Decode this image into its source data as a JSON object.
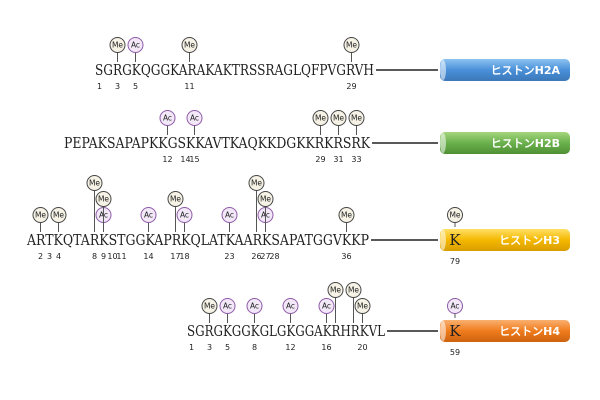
{
  "histones": [
    {
      "name": "ヒストンH2A",
      "sequence": "SGRGKQGGKARAKAKTRSSRAGLQFPVGRVH",
      "color": "#4a90d9",
      "sites": [
        {
          "pos": 1,
          "label": "1"
        },
        {
          "pos": 3,
          "label": "3"
        },
        {
          "pos": 5,
          "label": "5"
        },
        {
          "pos": 11,
          "label": "11"
        },
        {
          "pos": 29,
          "label": "29"
        }
      ],
      "marks": [
        {
          "pos": 3,
          "type": "Me",
          "stack": 0
        },
        {
          "pos": 5,
          "type": "Ac",
          "stack": 0
        },
        {
          "pos": 11,
          "type": "Me",
          "stack": 0
        },
        {
          "pos": 29,
          "type": "Me",
          "stack": 0
        }
      ]
    },
    {
      "name": "ヒストンH2B",
      "sequence": "PEPAKSAPAPKKGSKKAVTKAQKKDGKKRKRSRK",
      "color": "#6ab04c",
      "sites": [
        {
          "pos": 12,
          "label": "12"
        },
        {
          "pos": 14,
          "label": "14"
        },
        {
          "pos": 15,
          "label": "15"
        },
        {
          "pos": 29,
          "label": "29"
        },
        {
          "pos": 31,
          "label": "31"
        },
        {
          "pos": 33,
          "label": "33"
        }
      ],
      "marks": [
        {
          "pos": 12,
          "type": "Ac",
          "stack": 0
        },
        {
          "pos": 15,
          "type": "Ac",
          "stack": 0
        },
        {
          "pos": 29,
          "type": "Me",
          "stack": 0
        },
        {
          "pos": 31,
          "type": "Me",
          "stack": 0
        },
        {
          "pos": 33,
          "type": "Me",
          "stack": 0
        }
      ]
    },
    {
      "name": "ヒストンH3",
      "sequence": "ARTKQTARKSTGGKAPRKQLATKAARKSAPATGGVKKP",
      "tail_residue": "K",
      "tail_number": "79",
      "color": "#f5b800",
      "sites": [
        {
          "pos": 2,
          "label": "2"
        },
        {
          "pos": 3,
          "label": "3"
        },
        {
          "pos": 4,
          "label": "4"
        },
        {
          "pos": 8,
          "label": "8"
        },
        {
          "pos": 9,
          "label": "9"
        },
        {
          "pos": 10,
          "label": "10"
        },
        {
          "pos": 11,
          "label": "11"
        },
        {
          "pos": 14,
          "label": "14"
        },
        {
          "pos": 17,
          "label": "17"
        },
        {
          "pos": 18,
          "label": "18"
        },
        {
          "pos": 23,
          "label": "23"
        },
        {
          "pos": 26,
          "label": "26"
        },
        {
          "pos": 27,
          "label": "27"
        },
        {
          "pos": 28,
          "label": "28"
        },
        {
          "pos": 36,
          "label": "36"
        }
      ],
      "marks": [
        {
          "pos": 2,
          "type": "Me",
          "stack": 0
        },
        {
          "pos": 4,
          "type": "Me",
          "stack": 0
        },
        {
          "pos": 9,
          "type": "Ac",
          "stack": 0
        },
        {
          "pos": 9,
          "type": "Me",
          "stack": 1
        },
        {
          "pos": 8,
          "type": "Me",
          "stack": 2
        },
        {
          "pos": 14,
          "type": "Ac",
          "stack": 0
        },
        {
          "pos": 18,
          "type": "Ac",
          "stack": 0
        },
        {
          "pos": 17,
          "type": "Me",
          "stack": 1
        },
        {
          "pos": 23,
          "type": "Ac",
          "stack": 0
        },
        {
          "pos": 27,
          "type": "Ac",
          "stack": 0
        },
        {
          "pos": 27,
          "type": "Me",
          "stack": 1
        },
        {
          "pos": 26,
          "type": "Me",
          "stack": 2
        },
        {
          "pos": 36,
          "type": "Me",
          "stack": 0
        }
      ],
      "tail_mark": "Me"
    },
    {
      "name": "ヒストンH4",
      "sequence": "SGRGKGGKGLGKGGAKRHRKVL",
      "tail_residue": "K",
      "tail_number": "59",
      "color": "#f07c1c",
      "sites": [
        {
          "pos": 1,
          "label": "1"
        },
        {
          "pos": 3,
          "label": "3"
        },
        {
          "pos": 5,
          "label": "5"
        },
        {
          "pos": 8,
          "label": "8"
        },
        {
          "pos": 12,
          "label": "12"
        },
        {
          "pos": 16,
          "label": "16"
        },
        {
          "pos": 20,
          "label": "20"
        }
      ],
      "marks": [
        {
          "pos": 3,
          "type": "Me",
          "stack": 0
        },
        {
          "pos": 5,
          "type": "Ac",
          "stack": 0
        },
        {
          "pos": 8,
          "type": "Ac",
          "stack": 0
        },
        {
          "pos": 12,
          "type": "Ac",
          "stack": 0
        },
        {
          "pos": 16,
          "type": "Ac",
          "stack": 0
        },
        {
          "pos": 20,
          "type": "Me",
          "stack": 0
        },
        {
          "pos": 17,
          "type": "Me",
          "stack": 1
        },
        {
          "pos": 19,
          "type": "Me",
          "stack": 1
        }
      ],
      "tail_mark": "Ac"
    }
  ],
  "mark_styles": {
    "Me": {
      "label": "Me",
      "fill": "#f6f3e6",
      "stroke": "#444444"
    },
    "Ac": {
      "label": "Ac",
      "fill": "#f2e8f8",
      "stroke": "#8e5aa8"
    }
  }
}
